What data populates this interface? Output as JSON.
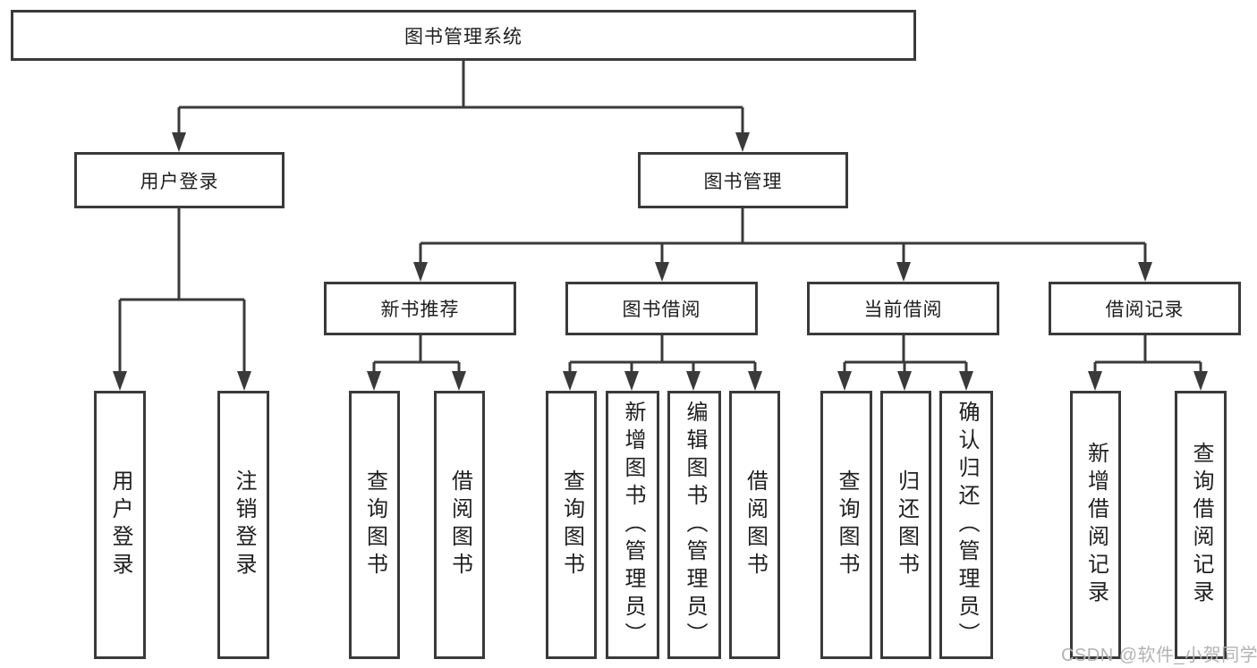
{
  "colors": {
    "line": "#3a3a3a",
    "box_border": "#3a3a3a",
    "text": "#1f1f1f",
    "watermark": "#b3b3b3",
    "background": "#ffffff"
  },
  "watermark": {
    "text": "CSDN @软件_小贺同学"
  },
  "tree": {
    "root": {
      "label": "图书管理系统"
    },
    "branches": [
      {
        "label": "用户登录",
        "children": [
          {
            "label": "用户登录"
          },
          {
            "label": "注销登录"
          }
        ]
      },
      {
        "label": "图书管理",
        "children": [
          {
            "label": "新书推荐",
            "children": [
              {
                "label": "查询图书"
              },
              {
                "label": "借阅图书"
              }
            ]
          },
          {
            "label": "图书借阅",
            "children": [
              {
                "label": "查询图书"
              },
              {
                "label": "新增图书（管理员）"
              },
              {
                "label": "编辑图书（管理员）"
              },
              {
                "label": "借阅图书"
              }
            ]
          },
          {
            "label": "当前借阅",
            "children": [
              {
                "label": "查询图书"
              },
              {
                "label": "归还图书"
              },
              {
                "label": "确认归还（管理员）"
              }
            ]
          },
          {
            "label": "借阅记录",
            "children": [
              {
                "label": "新增借阅记录"
              },
              {
                "label": "查询借阅记录"
              }
            ]
          }
        ]
      }
    ]
  }
}
